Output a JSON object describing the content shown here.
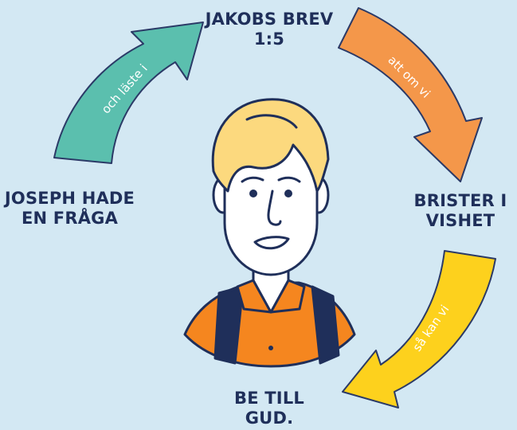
{
  "nodes": {
    "top": [
      "JAKOBS BREV",
      "1:5"
    ],
    "right": [
      "BRISTER I",
      "VISHET"
    ],
    "bottom": [
      "BE TILL",
      "GUD."
    ],
    "left": [
      "JOSEPH HADE",
      "EN FRÅGA"
    ]
  },
  "connectors": {
    "left_to_top": "och läste i",
    "top_to_right": "att om vi",
    "right_to_bottom": "så kan vi"
  },
  "colors": {
    "background": "#d3e8f3",
    "arrow_left_to_top": "#5bbfae",
    "arrow_top_to_right": "#f4974a",
    "arrow_right_to_bottom": "#fdd11d",
    "node_text": "#1f2f5a"
  }
}
